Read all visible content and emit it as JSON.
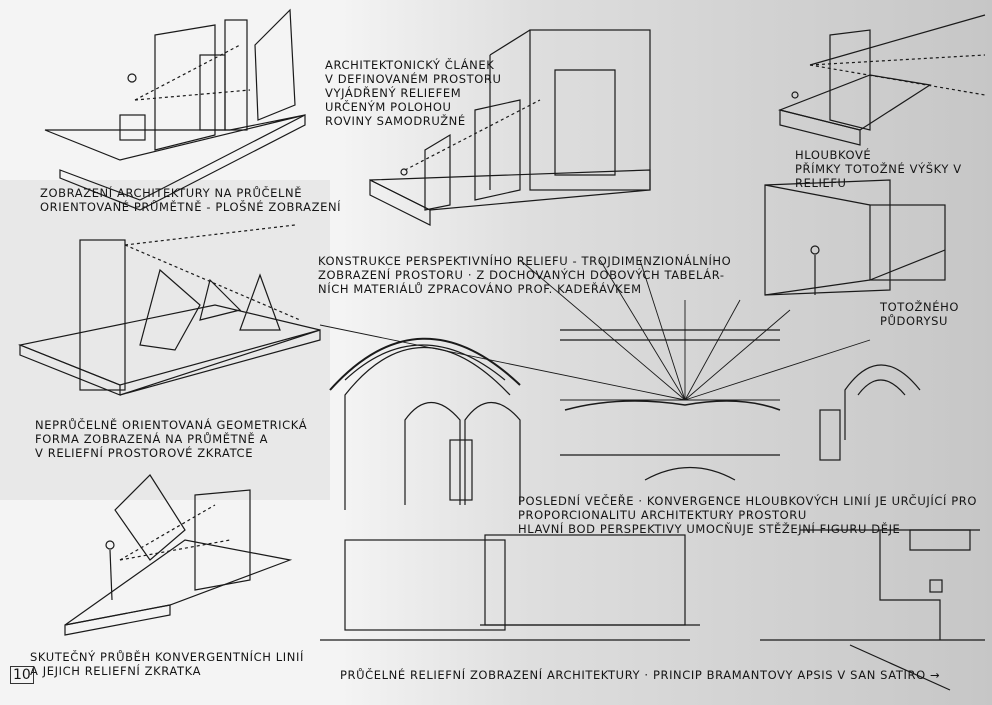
{
  "page_number": "10",
  "captions": {
    "facade_projection": "ZOBRAZENÍ ARCHITEKTURY NA PRŮČELNĚ\nORIENTOVANÉ PRŮMĚTNĚ - PLOŠNÉ ZOBRAZENÍ",
    "architectural_element": "ARCHITEKTONICKÝ ČLÁNEK\nV DEFINOVANÉM PROSTORU\nVYJÁDŘENÝ RELIEFEM\nURČENÝM POLOHOU\nROVINY SAMODRUŽNÉ",
    "depth_lines": "HLOUBKOVÉ\nPŘÍMKY TOTOŽNÉ VÝŠKY V RELIEFU",
    "same_plan": "TOTOŽNÉHO\nPŮDORYSU",
    "relief_construction": "KONSTRUKCE PERSPEKTIVNÍHO RELIEFU - TROJDIMENZIONÁLNÍHO\nZOBRAZENÍ PROSTORU · Z DOCHOVANÝCH DOBOVÝCH TABELÁR-\nNÍCH MATERIÁLŮ ZPRACOVÁNO PROF. KADEŘÁVKEM",
    "geometric_form": "NEPRŮČELNĚ ORIENTOVANÁ GEOMETRICKÁ\nFORMA ZOBRAZENÁ NA PRŮMĚTNĚ A\nV RELIEFNÍ PROSTOROVÉ ZKRATCE",
    "last_supper": "POSLEDNÍ VEČEŘE · KONVERGENCE HLOUBKOVÝCH LINIÍ JE URČUJÍCÍ PRO\nPROPORCIONALITU ARCHITEKTURY PROSTORU\nHLAVNÍ BOD PERSPEKTIVY UMOCŇUJE STĚŽEJNÍ FIGURU DĚJE",
    "convergent_lines": "SKUTEČNÝ PRŮBĚH KONVERGENTNÍCH LINIÍ\nA JEJICH RELIEFNÍ ZKRATKA",
    "bramante": "PRŮČELNÉ RELIEFNÍ ZOBRAZENÍ ARCHITEKTURY · PRINCIP BRAMANTOVY APSIS V SAN SATIRO →"
  }
}
